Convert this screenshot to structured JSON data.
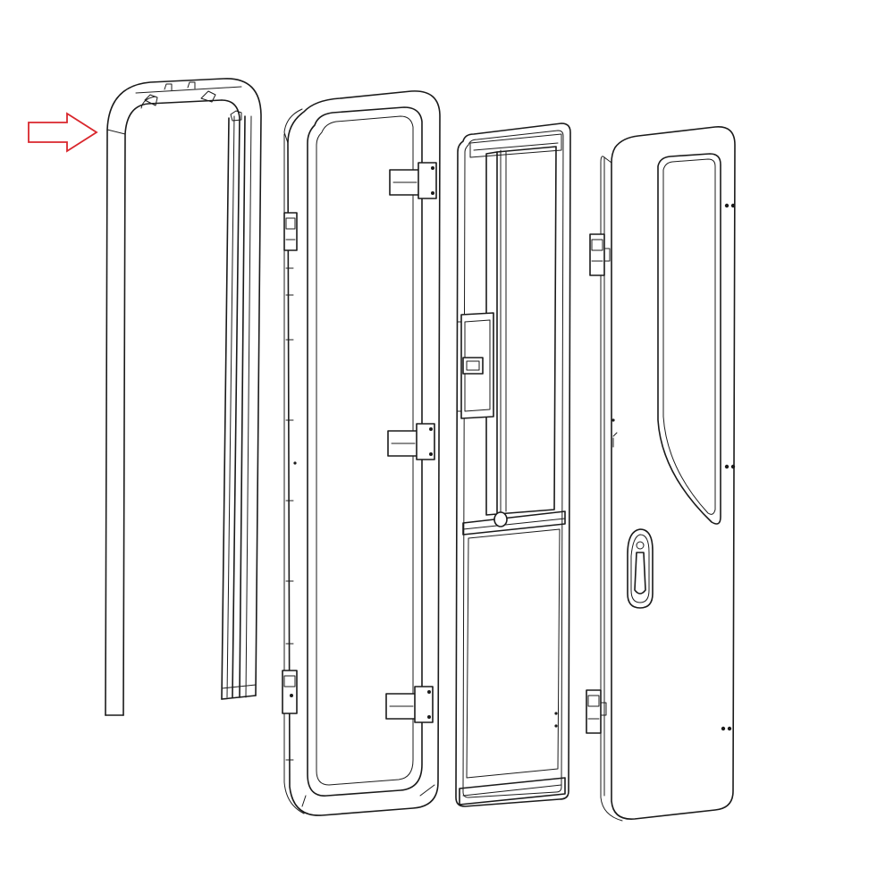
{
  "diagram": {
    "view": "exploded-door-assembly",
    "colors": {
      "line": "#1a1a1a",
      "background": "#ffffff",
      "pointer_arrow": "#d9262c"
    },
    "components": [
      {
        "id": "seal-strip",
        "highlighted": true
      },
      {
        "id": "outer-frame"
      },
      {
        "id": "inner-frame-with-window"
      },
      {
        "id": "door-panel"
      }
    ],
    "pointer": {
      "icon": "arrow-right-icon",
      "points_to": "seal-strip"
    }
  }
}
